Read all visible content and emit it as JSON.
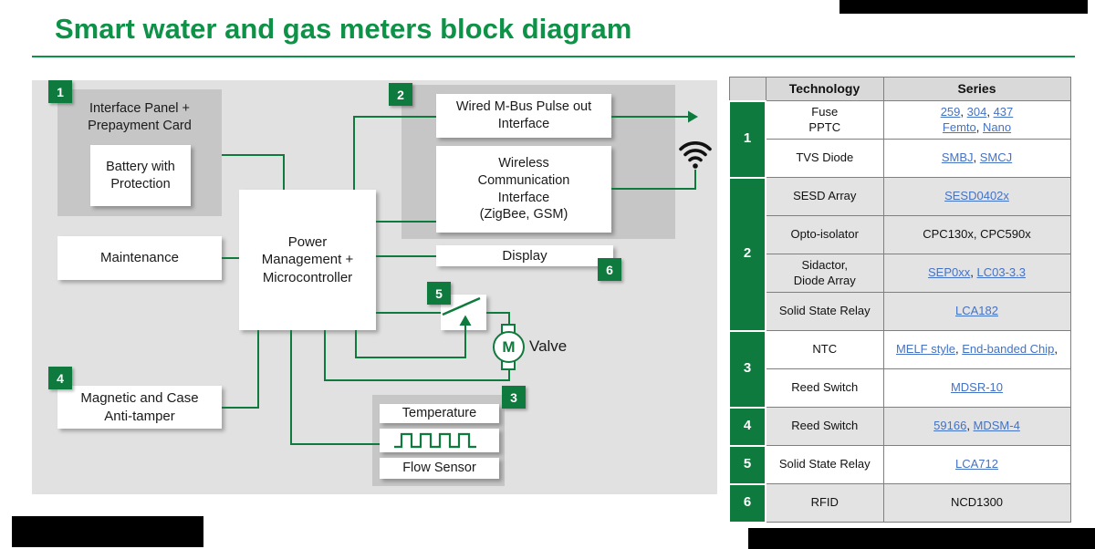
{
  "title": "Smart water and gas meters block diagram",
  "colors": {
    "green": "#0F7A3D",
    "title-green": "#0E9247",
    "link-blue": "#4472C4",
    "panel-gray": "#E1E1E1",
    "container-gray": "#C6C6C6",
    "header-gray": "#D9D9D9",
    "row-gray": "#E3E3E3",
    "border-gray": "#7F7F7F"
  },
  "diagram": {
    "badges": {
      "n1": "1",
      "n2": "2",
      "n3": "3",
      "n4": "4",
      "n5": "5",
      "n6": "6"
    },
    "blocks": {
      "interface_panel": {
        "lines": [
          "Interface Panel +",
          "Prepayment Card"
        ]
      },
      "battery": {
        "lines": [
          "Battery with",
          "Protection"
        ]
      },
      "maintenance": {
        "lines": [
          "Maintenance"
        ]
      },
      "magnetic": {
        "lines": [
          "Magnetic and Case",
          "Anti-tamper"
        ]
      },
      "power": {
        "lines": [
          "Power",
          "Management +",
          "Microcontroller"
        ]
      },
      "mbus": {
        "lines": [
          "Wired M-Bus Pulse out",
          "Interface"
        ]
      },
      "wireless": {
        "lines": [
          "Wireless",
          "Communication",
          "Interface",
          "(ZigBee, GSM)"
        ]
      },
      "display": {
        "lines": [
          "Display"
        ]
      },
      "temperature": {
        "lines": [
          "Temperature"
        ]
      },
      "flow_sensor": {
        "lines": [
          "Flow Sensor"
        ]
      }
    },
    "valve": {
      "label": "Valve",
      "motor_letter": "M"
    },
    "icons": {
      "wifi": "wifi-signal",
      "waveform": "pulse-square-wave",
      "switch": "relay-switch",
      "arrow_out": "arrow-right"
    }
  },
  "table": {
    "headers": {
      "technology": "Technology",
      "series": "Series"
    },
    "groups": [
      {
        "num": "1",
        "shade": "light",
        "rows": [
          {
            "tech": [
              "Fuse",
              "PPTC"
            ],
            "series": [
              [
                {
                  "l": "259"
                },
                {
                  "t": ", "
                },
                {
                  "l": "304"
                },
                {
                  "t": ", "
                },
                {
                  "l": "437"
                }
              ],
              [
                {
                  "l": "Femto"
                },
                {
                  "t": ", "
                },
                {
                  "l": "Nano"
                }
              ]
            ]
          },
          {
            "tech": [
              "TVS Diode"
            ],
            "series": [
              [
                {
                  "l": "SMBJ"
                },
                {
                  "t": ", "
                },
                {
                  "l": "SMCJ"
                }
              ]
            ]
          }
        ]
      },
      {
        "num": "2",
        "shade": "dark",
        "rows": [
          {
            "tech": [
              "SESD Array"
            ],
            "series": [
              [
                {
                  "l": "SESD0402x"
                }
              ]
            ]
          },
          {
            "tech": [
              "Opto-isolator"
            ],
            "series": [
              [
                {
                  "t": "CPC130x, CPC590x"
                }
              ]
            ]
          },
          {
            "tech": [
              "Sidactor,",
              "Diode Array"
            ],
            "series": [
              [
                {
                  "l": "SEP0xx"
                },
                {
                  "t": ", "
                },
                {
                  "l": "LC03-3.3"
                }
              ]
            ]
          },
          {
            "tech": [
              "Solid State Relay"
            ],
            "series": [
              [
                {
                  "l": "LCA182"
                }
              ]
            ]
          }
        ]
      },
      {
        "num": "3",
        "shade": "light",
        "rows": [
          {
            "tech": [
              "NTC"
            ],
            "series": [
              [
                {
                  "l": "MELF style"
                },
                {
                  "t": ", "
                },
                {
                  "l": "End-banded Chip"
                },
                {
                  "t": ","
                }
              ]
            ]
          },
          {
            "tech": [
              "Reed Switch"
            ],
            "series": [
              [
                {
                  "l": "MDSR-10"
                }
              ]
            ]
          }
        ]
      },
      {
        "num": "4",
        "shade": "dark",
        "rows": [
          {
            "tech": [
              "Reed Switch"
            ],
            "series": [
              [
                {
                  "l": "59166"
                },
                {
                  "t": ", "
                },
                {
                  "l": "MDSM-4"
                }
              ]
            ]
          }
        ]
      },
      {
        "num": "5",
        "shade": "light",
        "rows": [
          {
            "tech": [
              "Solid State Relay"
            ],
            "series": [
              [
                {
                  "l": "LCA712"
                }
              ]
            ]
          }
        ]
      },
      {
        "num": "6",
        "shade": "dark",
        "rows": [
          {
            "tech": [
              "RFID"
            ],
            "series": [
              [
                {
                  "t": "NCD1300"
                }
              ]
            ]
          }
        ]
      }
    ]
  }
}
